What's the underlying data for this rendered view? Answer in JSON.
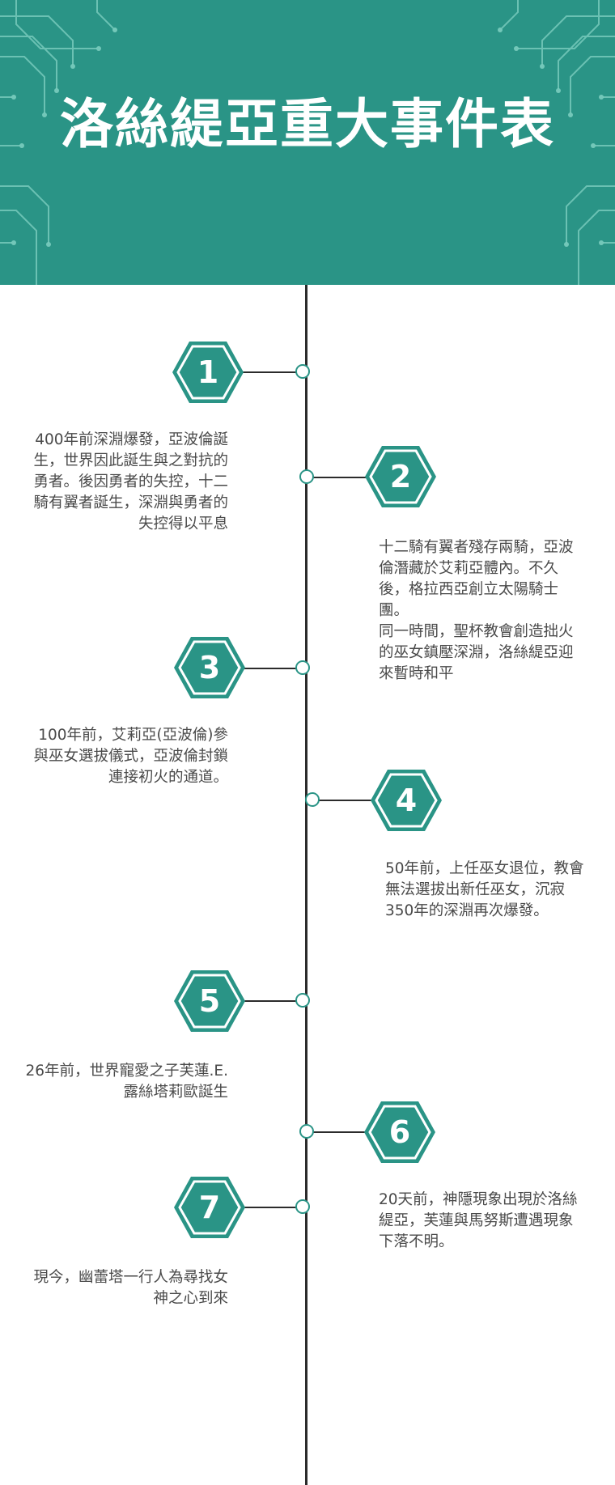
{
  "header": {
    "title": "洛絲緹亞重大事件表",
    "background_color": "#2a9486"
  },
  "accent_color": "#2a9486",
  "events": [
    {
      "number": "1",
      "text": [
        "400年前深淵爆發，亞波倫誕生，世界因此誕生與之對抗的勇者。後因勇者的失控，十二騎有翼者誕生，深淵與勇者的失控得以平息"
      ]
    },
    {
      "number": "2",
      "text": [
        "十二騎有翼者殘存兩騎，亞波倫潛藏於艾莉亞體內。不久後，格拉西亞創立太陽騎士團。",
        "同一時間，聖杯教會創造拙火的巫女鎮壓深淵，洛絲緹亞迎來暫時和平"
      ]
    },
    {
      "number": "3",
      "text": [
        "100年前，艾莉亞(亞波倫)參與巫女選拔儀式，亞波倫封鎖連接初火的通道。"
      ]
    },
    {
      "number": "4",
      "text": [
        "50年前，上任巫女退位，教會無法選拔出新任巫女，沉寂350年的深淵再次爆發。"
      ]
    },
    {
      "number": "5",
      "text": [
        "26年前，世界寵愛之子芙蓮.E.露絲塔莉歐誕生"
      ]
    },
    {
      "number": "6",
      "text": [
        "20天前，神隱現象出現於洛絲緹亞，芙蓮與馬努斯遭遇現象下落不明。"
      ]
    },
    {
      "number": "7",
      "text": [
        "現今，幽蕾塔一行人為尋找女神之心到來"
      ]
    }
  ]
}
